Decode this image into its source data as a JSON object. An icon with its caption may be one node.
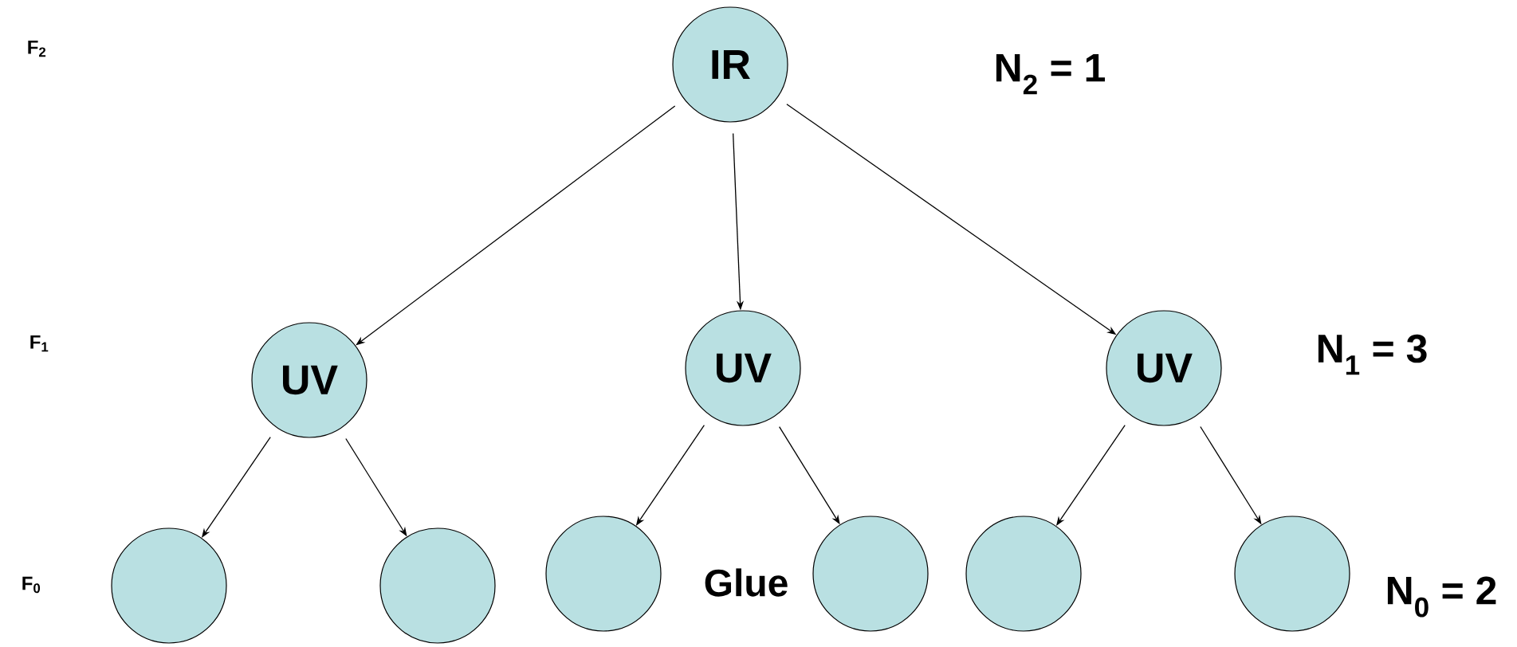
{
  "diagram": {
    "nodes": [
      {
        "text": [
          "IR"
        ]
      },
      {
        "text": [
          "UV"
        ]
      },
      {
        "text": [
          "UV"
        ]
      },
      {
        "text": [
          "UV"
        ]
      },
      {
        "text": [],
        "shape": "circle"
      },
      {
        "text": [],
        "shape": "circle"
      },
      {
        "text": [],
        "shape": "circle"
      },
      {
        "text": [],
        "shape": "circle"
      },
      {
        "text": [],
        "shape": "circle"
      },
      {
        "text": [],
        "shape": "circle"
      }
    ],
    "edges": [
      {
        "from": 0,
        "to": 1,
        "arrow": "to"
      },
      {
        "from": 0,
        "to": 2,
        "arrow": "to"
      },
      {
        "from": 0,
        "to": 3,
        "arrow": "to"
      },
      {
        "from": 1,
        "to": 4,
        "arrow": "to"
      },
      {
        "from": 1,
        "to": 5,
        "arrow": "to"
      },
      {
        "from": 2,
        "to": 6,
        "arrow": "to"
      },
      {
        "from": 2,
        "to": 7,
        "arrow": "to"
      },
      {
        "from": 3,
        "to": 8,
        "arrow": "to"
      },
      {
        "from": 3,
        "to": 9,
        "arrow": "to"
      }
    ],
    "labels": [
      "F$_{2}$",
      "N$_{2}$ = 1",
      "F$_{1}$",
      "N$_{1}$ = 3",
      "F$_{0}$",
      "Glue",
      "N$_{0}$ = 2"
    ]
  }
}
